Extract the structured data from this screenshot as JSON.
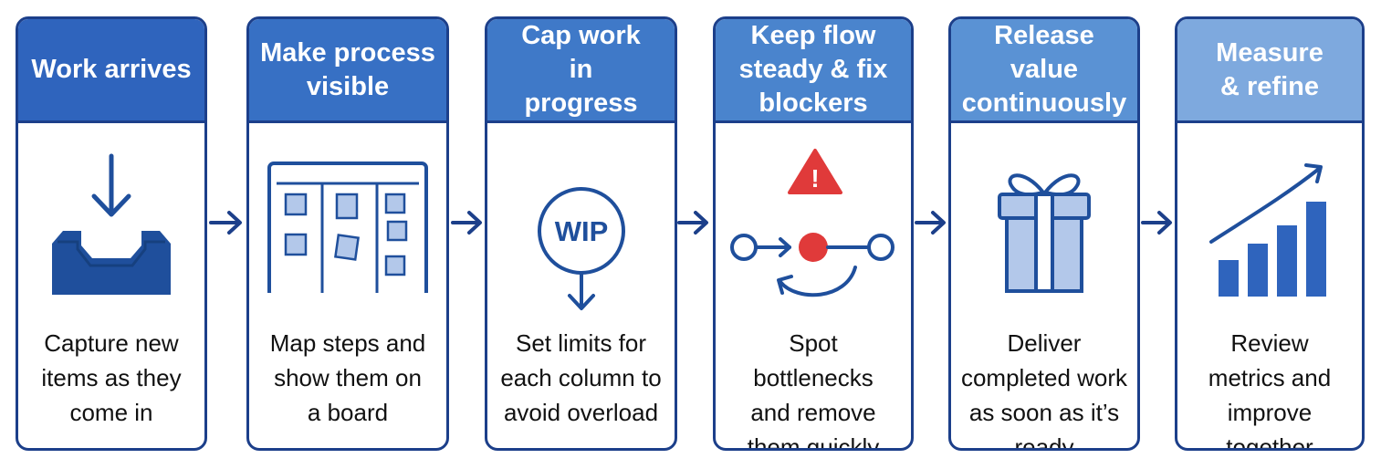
{
  "colors": {
    "border": "#1c3f8a",
    "icon_dark": "#1f4f9c",
    "icon_light": "#b3c8ea",
    "alert_red": "#e03a3a",
    "header_shades": [
      "#2f64bd",
      "#3770c4",
      "#3f79c8",
      "#4a84cd",
      "#5a92d4",
      "#7ea9de"
    ]
  },
  "steps": [
    {
      "title": "Work arrives",
      "description": "Capture new items as they come in",
      "icon": "inbox-icon"
    },
    {
      "title": "Make process visible",
      "description": "Map steps and show them on a board",
      "icon": "kanban-board-icon"
    },
    {
      "title": "Cap work in progress",
      "description": "Set limits for each column to avoid overload",
      "icon": "wip-limit-icon",
      "icon_text": "WIP"
    },
    {
      "title": "Keep flow steady & fix blockers",
      "description": "Spot bottlenecks and remove them quickly",
      "icon": "flow-blocker-icon",
      "icon_text": "!"
    },
    {
      "title": "Release value continuously",
      "description": "Deliver completed work as soon as it’s ready",
      "icon": "gift-icon"
    },
    {
      "title": "Measure & refine",
      "description": "Review metrics and improve together",
      "icon": "growth-chart-icon"
    }
  ]
}
